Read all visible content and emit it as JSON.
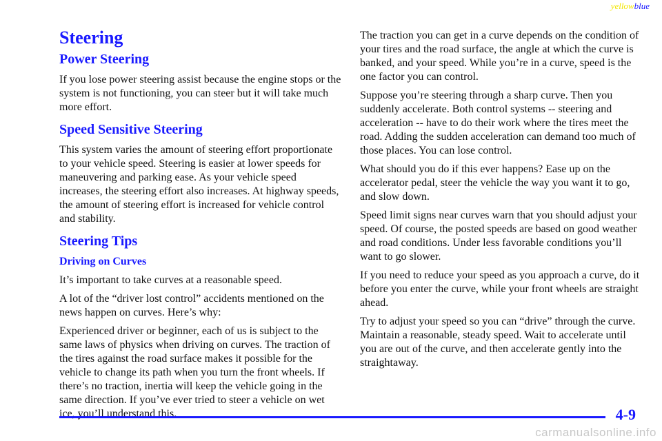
{
  "corner_tag": {
    "yellow": "yellow",
    "blue": "blue"
  },
  "left": {
    "title": "Steering",
    "power_steering": {
      "heading": "Power Steering",
      "p1": "If you lose power steering assist because the engine stops or the system is not functioning, you can steer but it will take much more effort."
    },
    "speed_sensitive": {
      "heading": "Speed Sensitive Steering",
      "p1": "This system varies the amount of steering effort proportionate to your vehicle speed. Steering is easier at lower speeds for maneuvering and parking ease. As your vehicle speed increases, the steering effort also increases. At highway speeds, the amount of steering effort is increased for vehicle control and stability."
    },
    "tips": {
      "heading": "Steering Tips",
      "subheading": "Driving on Curves",
      "p1": "It’s important to take curves at a reasonable speed.",
      "p2": "A lot of the “driver lost control” accidents mentioned on the news happen on curves. Here’s why:",
      "p3": "Experienced driver or beginner, each of us is subject to the same laws of physics when driving on curves. The traction of the tires against the road surface makes it possible for the vehicle to change its path when you turn the front wheels. If there’s no traction, inertia will keep the vehicle going in the same direction. If you’ve ever tried to steer a vehicle on wet ice, you’ll understand this."
    }
  },
  "right": {
    "p1": "The traction you can get in a curve depends on the condition of your tires and the road surface, the angle at which the curve is banked, and your speed. While you’re in a curve, speed is the one factor you can control.",
    "p2": "Suppose you’re steering through a sharp curve. Then you suddenly accelerate. Both control systems -- steering and acceleration -- have to do their work where the tires meet the road. Adding the sudden acceleration can demand too much of those places. You can lose control.",
    "p3": "What should you do if this ever happens? Ease up on the accelerator pedal, steer the vehicle the way you want it to go, and slow down.",
    "p4": "Speed limit signs near curves warn that you should adjust your speed. Of course, the posted speeds are based on good weather and road conditions. Under less favorable conditions you’ll want to go slower.",
    "p5": "If you need to reduce your speed as you approach a curve, do it before you enter the curve, while your front wheels are straight ahead.",
    "p6": "Try to adjust your speed so you can “drive” through the curve. Maintain a reasonable, steady speed. Wait to accelerate until you are out of the curve, and then accelerate gently into the straightaway."
  },
  "footer": {
    "page_number": "4-9",
    "watermark": "carmanualsonline.info"
  },
  "colors": {
    "heading": "#1a1aff",
    "rule": "#1a1aff",
    "yellow_tag": "#f2e600"
  }
}
